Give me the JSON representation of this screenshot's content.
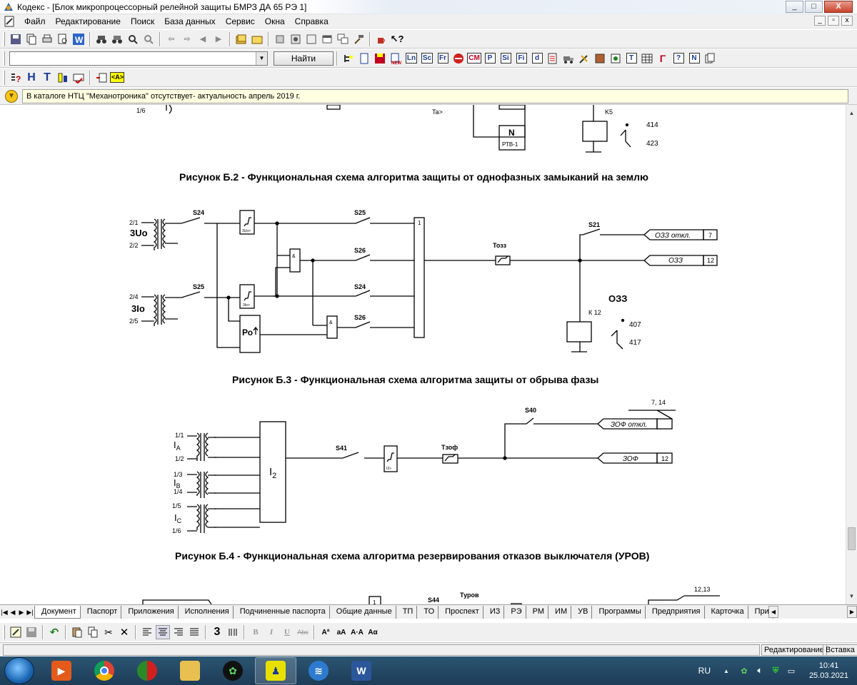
{
  "window": {
    "title": "Кодекс - [Блок микропроцессорный релейной защиты БМРЗ ДА 65 РЭ 1]",
    "controls": [
      "_",
      "□",
      "X"
    ],
    "mdi_controls": [
      "_",
      "▫",
      "x"
    ]
  },
  "menu": [
    "Файл",
    "Редактирование",
    "Поиск",
    "База данных",
    "Сервис",
    "Окна",
    "Справка"
  ],
  "toolbar2": {
    "search_value": "",
    "find_label": "Найти",
    "chips": [
      "Ln",
      "Sc",
      "Fr",
      "CM",
      "P",
      "Si",
      "Fi",
      "d",
      "T",
      "Γ",
      "?",
      "N"
    ]
  },
  "toolbar3": {
    "chips": [
      "H",
      "T",
      "<A>"
    ]
  },
  "infobar": {
    "message": "В каталоге НТЦ \"Механотроника\" отсутствует- актуальность апрель 2019 г."
  },
  "document": {
    "top_fragment": {
      "label_left": "1/6",
      "label_ta": "Ta>",
      "block_n": "N",
      "block_n_sub": "РТВ-1",
      "relay": "K5",
      "contact_1": "414",
      "contact_2": "423"
    },
    "fig_b2_caption": "Рисунок Б.2 - Функциональная схема алгоритма защиты от однофазных замыканий на землю",
    "fig_b3": {
      "caption": "Рисунок Б.3 - Функциональная схема алгоритма защиты от обрыва фазы",
      "u_terminals": [
        "2/1",
        "2/2"
      ],
      "u_label": "3Uo",
      "i_terminals": [
        "2/4",
        "2/5"
      ],
      "i_label": "3Io",
      "switches": [
        "S24",
        "S25",
        "S25",
        "S26",
        "S24",
        "S26",
        "S21"
      ],
      "u_block": "3Uo>",
      "i_block": "3Io>",
      "and_label": "&",
      "or_label": "1",
      "po_label": "Ро",
      "timer": "Тозз",
      "out_trip": "ОЗЗ откл.",
      "out_trip_num": "7",
      "out_signal": "ОЗЗ",
      "out_signal_num": "12",
      "section_title": "ОЗЗ",
      "relay": "К 12",
      "contact_1": "407",
      "contact_2": "417"
    },
    "fig_b4": {
      "caption": "Рисунок Б.4 - Функциональная схема алгоритма резервирования отказов выключателя (УРОВ)",
      "phase_a": {
        "t1": "1/1",
        "label": "I",
        "sub": "A",
        "t2": "1/2"
      },
      "phase_b": {
        "t1": "1/3",
        "label": "I",
        "sub": "B",
        "t2": "1/4"
      },
      "phase_c": {
        "t1": "1/5",
        "label": "I",
        "sub": "C",
        "t2": "1/6"
      },
      "i2_label": "I",
      "i2_sub": "2",
      "sw_s41": "S41",
      "sw_s40": "S40",
      "block": "I2>",
      "timer": "Тзоф",
      "out_trip": "ЗОФ откл.",
      "out_trip_ref": "7, 14",
      "out_signal": "ЗОФ",
      "out_signal_num": "12"
    },
    "bottom_fragment": {
      "or_label": "1",
      "switch": "S44",
      "timer": "Туров",
      "ref": "12,13"
    }
  },
  "tabs": [
    "Документ",
    "Паспорт",
    "Приложения",
    "Исполнения",
    "Подчиненные паспорта",
    "Общие данные",
    "ТП",
    "ТО",
    "Проспект",
    "ИЗ",
    "РЭ",
    "РМ",
    "ИМ",
    "УВ",
    "Программы",
    "Предприятия",
    "Карточка",
    "При"
  ],
  "fmt_chips": [
    "B",
    "I",
    "U",
    "Abc"
  ],
  "status": {
    "mode": "Редактирование",
    "insert": "Вставка"
  },
  "taskbar": {
    "lang": "RU",
    "time": "10:41",
    "date": "25.03.2021"
  },
  "colors": {
    "infobar_bg": "#ffffe1",
    "taskbar": "#1d3c57",
    "chrome": "#f0f0f0"
  }
}
